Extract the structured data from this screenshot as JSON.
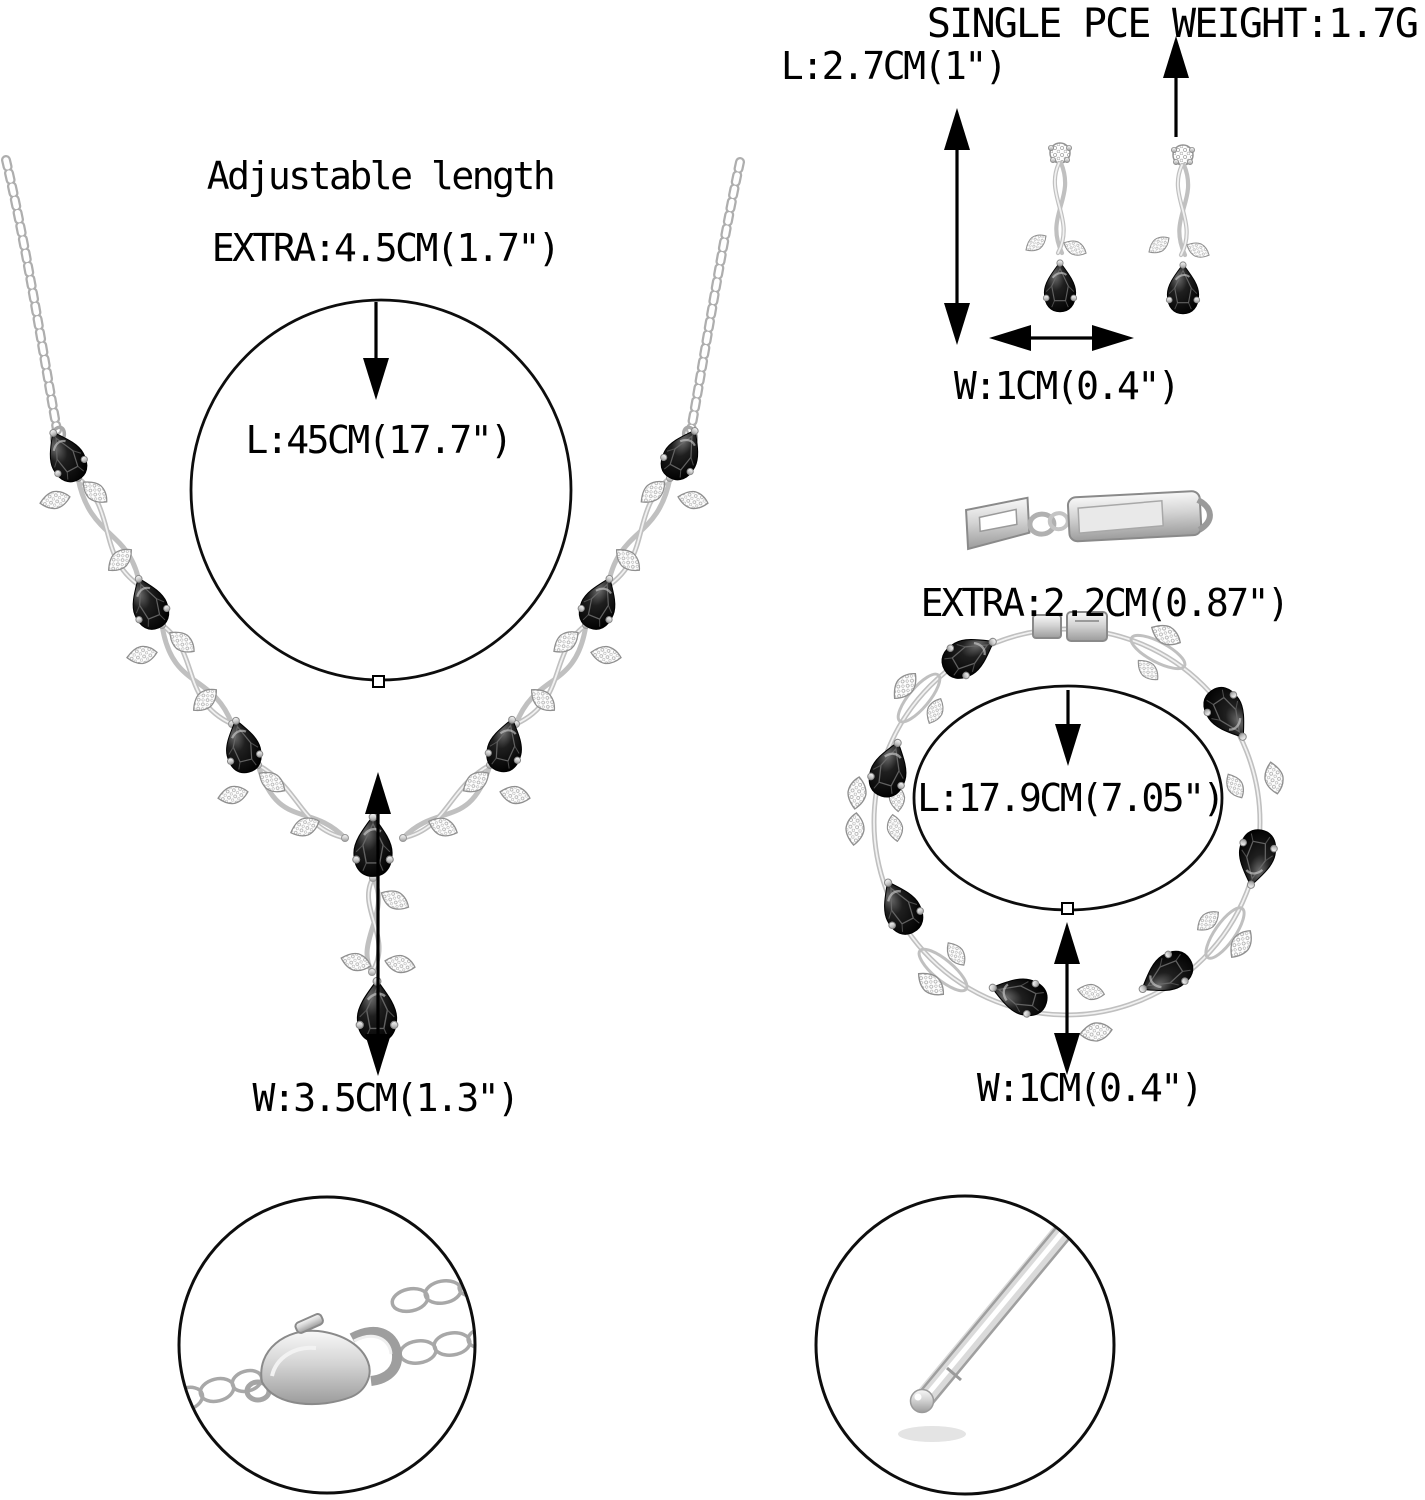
{
  "colors": {
    "background": "#ffffff",
    "text": "#000000",
    "annotation_line": "#0d0d0d",
    "silver": "#c0c0c0",
    "silver_light": "#f1f1f1",
    "stone": "#0a0a0a"
  },
  "necklace": {
    "adjustable_label": "Adjustable length",
    "extra": "EXTRA:4.5CM(1.7\")",
    "length": "L:45CM(17.7\")",
    "width": "W:3.5CM(1.3\")"
  },
  "earrings": {
    "weight": "SINGLE PCE WEIGHT:1.7G",
    "length": "L:2.7CM(1\")",
    "width": "W:1CM(0.4\")"
  },
  "bracelet": {
    "extra": "EXTRA:2.2CM(0.87\")",
    "length": "L:17.9CM(7.05\")",
    "width": "W:1CM(0.4\")"
  },
  "details": {
    "left_circle": "lobster-clasp-closeup",
    "right_circle": "earring-post-closeup"
  }
}
